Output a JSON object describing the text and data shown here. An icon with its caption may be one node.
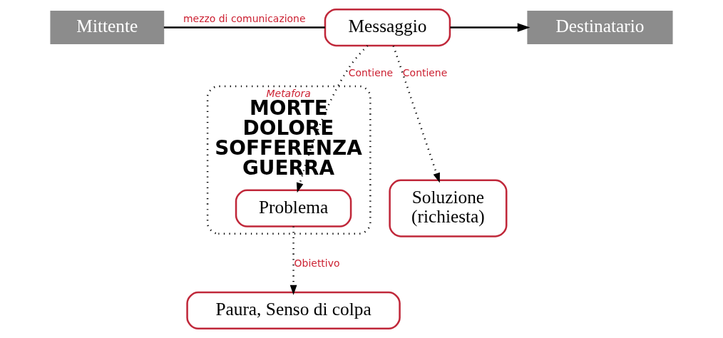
{
  "diagram": {
    "nodes": [
      {
        "text": [
          "Mittente"
        ]
      },
      {
        "text": [
          "Messaggio"
        ]
      },
      {
        "text": [
          "Destinatario"
        ]
      },
      {
        "text": [
          "Metafora",
          "MORTE",
          "DOLORE",
          "SOFFERENZA",
          "GUERRA"
        ]
      },
      {
        "text": [
          "Problema"
        ],
        "in": 3
      },
      {
        "text": [
          "Soluzione",
          "(richiesta)"
        ]
      },
      {
        "text": [
          "Paura, Senso di colpa"
        ]
      }
    ],
    "edges": [
      {
        "from": 0,
        "to": 1,
        "arrow": "none",
        "label": "mezzo di comunicazione"
      },
      {
        "from": 1,
        "to": 2,
        "arrow": "to"
      },
      {
        "from": 1,
        "to": 4,
        "arrow": "to",
        "label": "Contiene",
        "style": "dashed"
      },
      {
        "from": 1,
        "to": 5,
        "arrow": "to",
        "label": "Contiene",
        "style": "dashed"
      },
      {
        "from": 4,
        "to": 6,
        "arrow": "to",
        "label": "Obiettivo",
        "style": "dashed"
      }
    ]
  }
}
